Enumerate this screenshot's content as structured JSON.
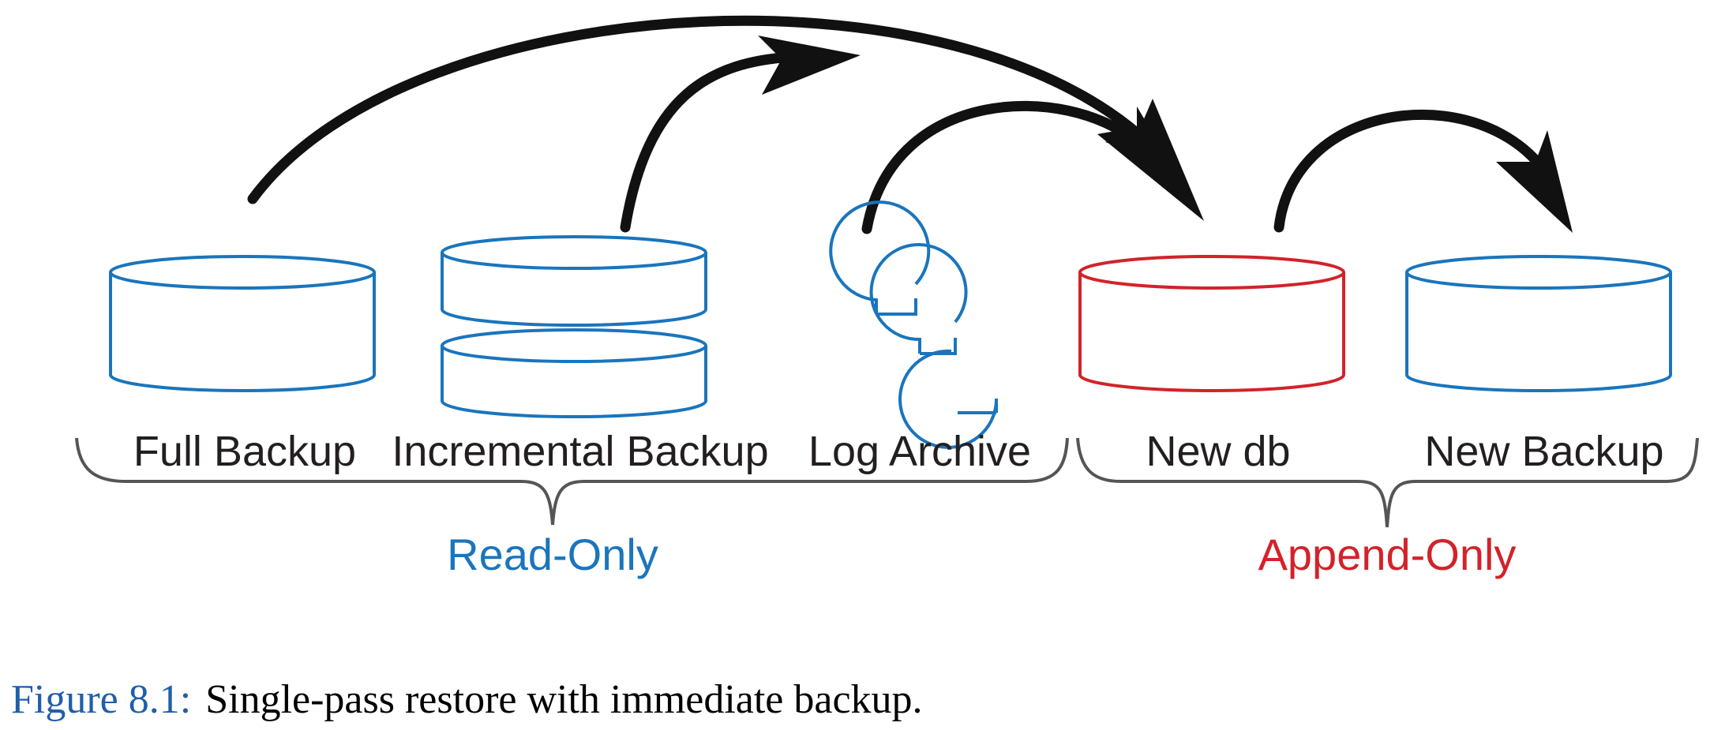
{
  "nodes": {
    "full_backup": "Full Backup",
    "incremental_backup": "Incremental Backup",
    "log_archive": "Log Archive",
    "new_db": "New db",
    "new_backup": "New Backup"
  },
  "groups": {
    "read_only": "Read-Only",
    "append_only": "Append-Only"
  },
  "caption": {
    "number": "Figure 8.1:",
    "text": "Single-pass restore with immediate backup."
  },
  "colors": {
    "read_only_blue": "#1a75bc",
    "append_only_red": "#d2232a",
    "caption_blue": "#1f5fa8",
    "arrow_black": "#111111"
  }
}
